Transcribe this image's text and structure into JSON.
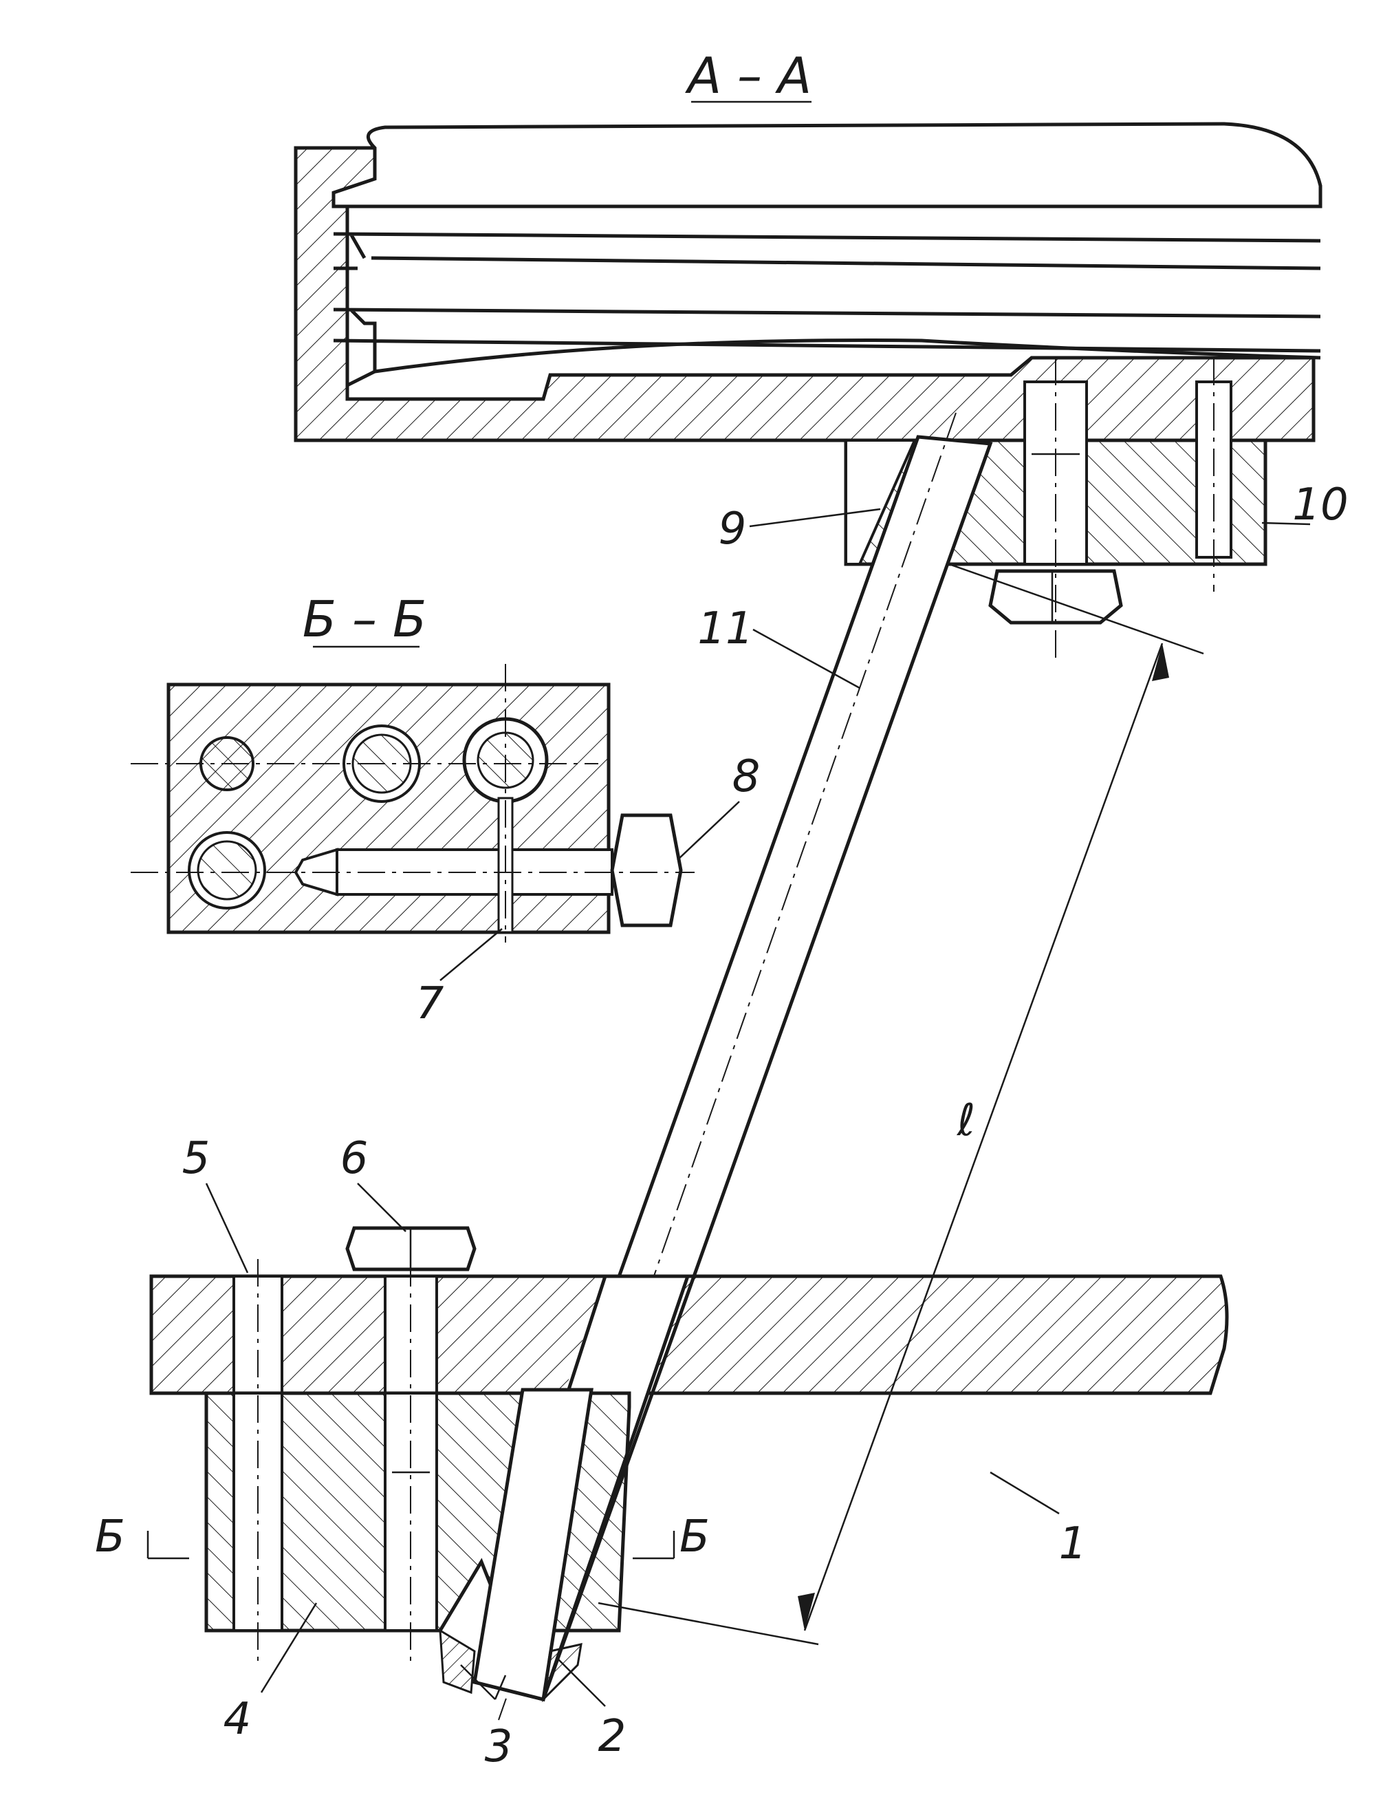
{
  "views": {
    "section_aa": {
      "title": "А – А"
    },
    "section_bb": {
      "title": "Б – Б"
    },
    "cut_marker": {
      "left": "Б",
      "right": "Б"
    }
  },
  "callouts": {
    "p1": "1",
    "p2": "2",
    "p3": "3",
    "p4": "4",
    "p5": "5",
    "p6": "6",
    "p7": "7",
    "p8": "8",
    "p9": "9",
    "p10": "10",
    "p11": "11"
  },
  "dimension": {
    "length_symbol": "ℓ"
  },
  "colors": {
    "ink": "#1a1a1a",
    "paper": "#ffffff"
  }
}
